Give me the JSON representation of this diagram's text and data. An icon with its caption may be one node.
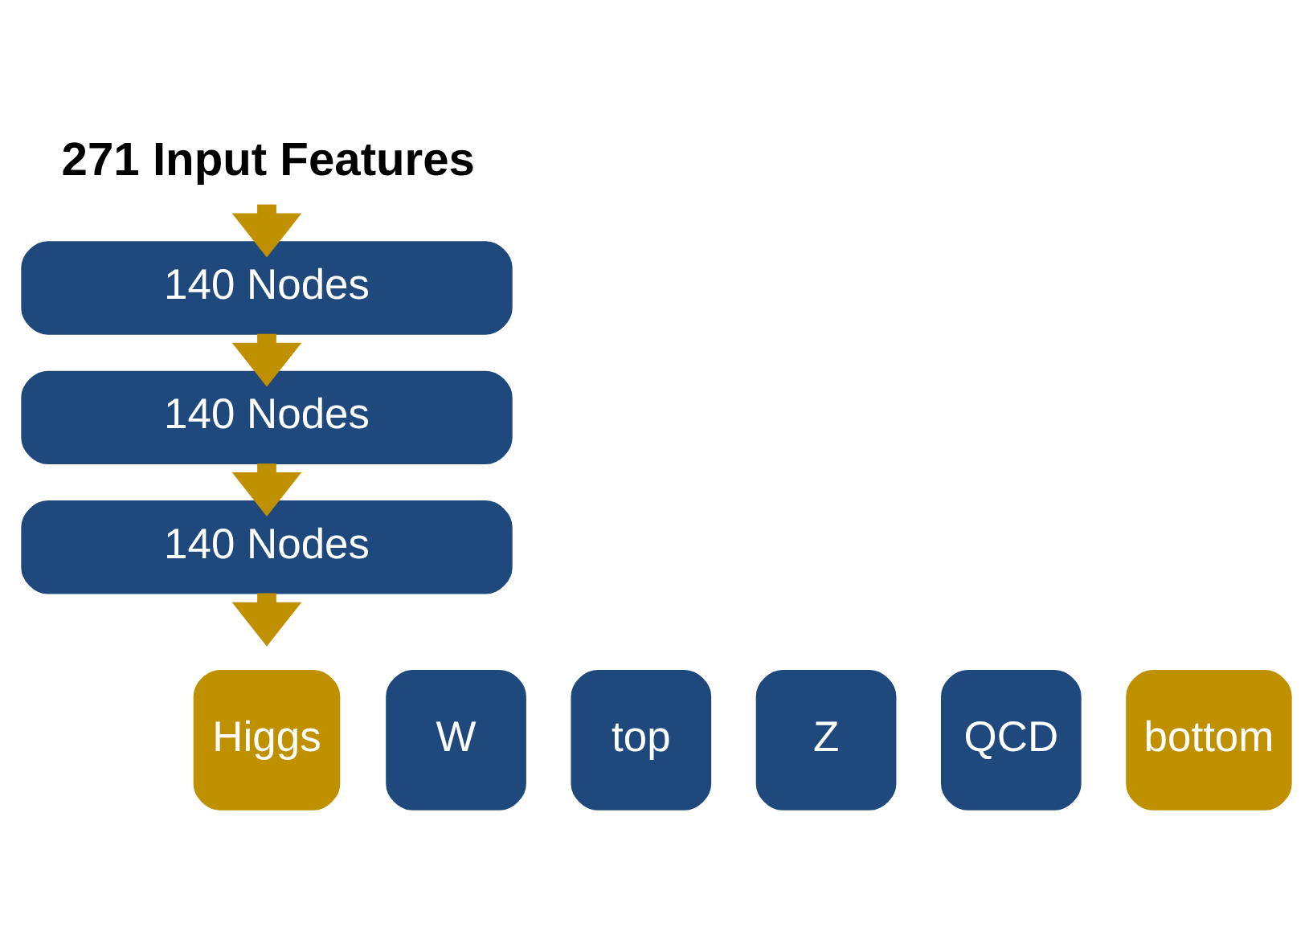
{
  "diagram": {
    "nodes": [
      {
        "text": [
          "271 Input Features"
        ]
      },
      {
        "text": [
          "140 Nodes"
        ]
      },
      {
        "text": [
          "140 Nodes"
        ]
      },
      {
        "text": [
          "140 Nodes"
        ]
      },
      {
        "text": [
          "Higgs"
        ]
      },
      {
        "text": [
          "W"
        ]
      },
      {
        "text": [
          "top"
        ]
      },
      {
        "text": [
          "Z"
        ]
      },
      {
        "text": [
          "QCD"
        ]
      },
      {
        "text": [
          "bottom"
        ]
      }
    ],
    "edges": [
      {
        "from": 0,
        "to": 1,
        "arrow": "to"
      },
      {
        "from": 1,
        "to": 2,
        "arrow": "to"
      },
      {
        "from": 2,
        "to": 3,
        "arrow": "to"
      },
      {
        "from": 3,
        "to": null,
        "arrow": "to"
      }
    ]
  }
}
